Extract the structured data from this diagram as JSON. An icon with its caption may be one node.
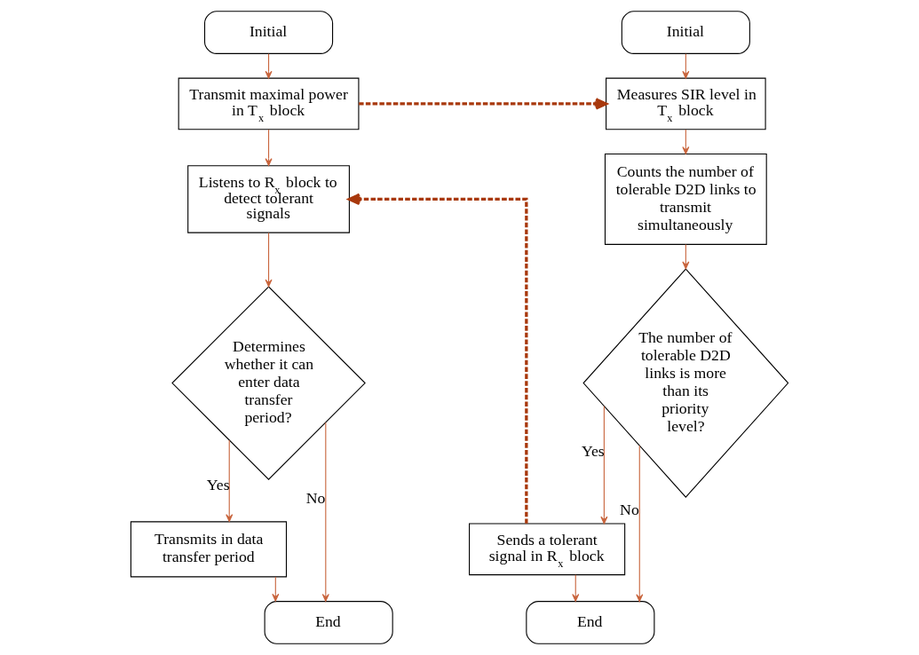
{
  "diagram": {
    "nodes": [
      {
        "text": [
          "Initial"
        ]
      },
      {
        "text": [
          "Transmit maximal power in T$_{x}$ block"
        ]
      },
      {
        "text": [
          "Listens to R$_{x}$ block to detect tolerant signals"
        ]
      },
      {
        "text": [
          "Determines whether it can enter data transfer period?"
        ]
      },
      {
        "text": [
          "Transmits in data transfer period"
        ]
      },
      {
        "text": [
          "End"
        ]
      },
      {
        "text": [
          "Initial"
        ]
      },
      {
        "text": [
          "Measures SIR level in T$_{x}$ block"
        ]
      },
      {
        "text": [
          "Counts the number of tolerable D2D links to transmit simultaneously"
        ]
      },
      {
        "text": [
          "The number of tolerable D2D links is more than its priority level?"
        ]
      },
      {
        "text": [
          "Sends a tolerant signal in R$_{x}$ block"
        ]
      },
      {
        "text": [
          "End"
        ]
      }
    ],
    "edges": [
      {
        "from": 0,
        "to": 1,
        "arrow": "to"
      },
      {
        "from": 1,
        "to": 2,
        "arrow": "to"
      },
      {
        "from": 2,
        "to": 3,
        "arrow": "to"
      },
      {
        "from": 3,
        "to": 4,
        "arrow": "to",
        "label": "Yes"
      },
      {
        "from": 3,
        "to": 5,
        "arrow": "to",
        "label": "No"
      },
      {
        "from": 4,
        "to": 5,
        "arrow": "to"
      },
      {
        "from": 6,
        "to": 7,
        "arrow": "to"
      },
      {
        "from": 7,
        "to": 8,
        "arrow": "to"
      },
      {
        "from": 8,
        "to": 9,
        "arrow": "to"
      },
      {
        "from": 9,
        "to": 10,
        "arrow": "to",
        "label": "Yes"
      },
      {
        "from": 9,
        "to": 11,
        "arrow": "to",
        "label": "No"
      },
      {
        "from": 10,
        "to": 11,
        "arrow": "to"
      },
      {
        "from": 1,
        "to": 7,
        "arrow": "to",
        "style": "dashed",
        "color": "#a8380c"
      },
      {
        "from": 10,
        "to": 2,
        "arrow": "to",
        "style": "dashed",
        "color": "#a8380c"
      }
    ]
  }
}
